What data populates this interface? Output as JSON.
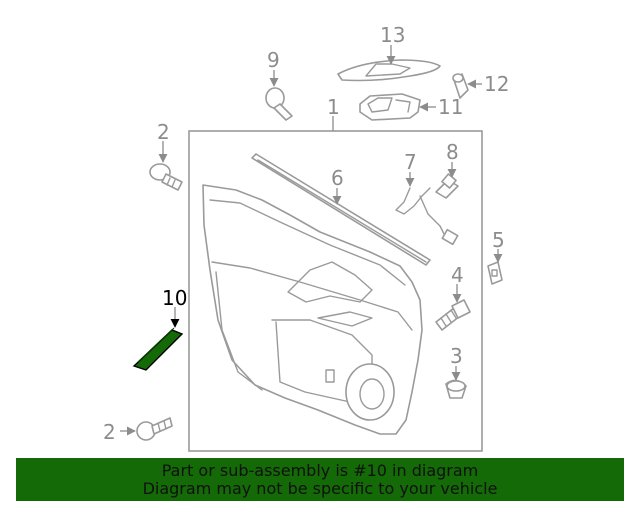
{
  "diagram": {
    "callouts": [
      "13",
      "9",
      "12",
      "1",
      "11",
      "2",
      "7",
      "8",
      "6",
      "5",
      "4",
      "10",
      "3",
      "2"
    ],
    "highlighted_part": "10",
    "highlight_color": "#136a06",
    "line_color": "#9a9a9a",
    "label_color": "#8c8c8c"
  },
  "banner": {
    "line1": "Part or sub-assembly is #10 in diagram",
    "line2": "Diagram may not be specific to your vehicle",
    "background": "#136a06"
  }
}
